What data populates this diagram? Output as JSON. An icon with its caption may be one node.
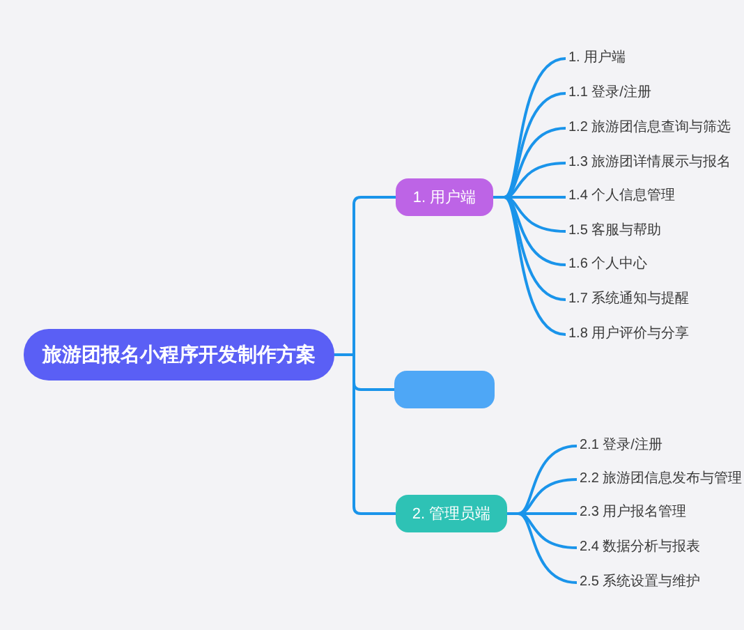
{
  "diagram": {
    "nodes": [
      {
        "text": [
          "旅游团报名小程序开发制作方案"
        ]
      },
      {
        "text": [
          "1. 用户端"
        ]
      },
      {
        "text": [
          "1. 用户端"
        ]
      },
      {
        "text": [
          "1.1 登录/注册"
        ]
      },
      {
        "text": [
          "1.2 旅游团信息查询与筛选"
        ]
      },
      {
        "text": [
          "1.3 旅游团详情展示与报名"
        ]
      },
      {
        "text": [
          "1.4 个人信息管理"
        ]
      },
      {
        "text": [
          "1.5 客服与帮助"
        ]
      },
      {
        "text": [
          "1.6 个人中心"
        ]
      },
      {
        "text": [
          "1.7 系统通知与提醒"
        ]
      },
      {
        "text": [
          "1.8 用户评价与分享"
        ]
      },
      {
        "text": [],
        "shape": "box"
      },
      {
        "text": [
          "2. 管理员端"
        ]
      },
      {
        "text": [
          "2.1 登录/注册"
        ]
      },
      {
        "text": [
          "2.2 旅游团信息发布与管理"
        ]
      },
      {
        "text": [
          "2.3 用户报名管理"
        ]
      },
      {
        "text": [
          "2.4 数据分析与报表"
        ]
      },
      {
        "text": [
          "2.5 系统设置与维护"
        ]
      }
    ],
    "edges": [
      {
        "from": 0,
        "to": 1,
        "arrow": "none"
      },
      {
        "from": 1,
        "to": 2,
        "arrow": "none"
      },
      {
        "from": 1,
        "to": 3,
        "arrow": "none"
      },
      {
        "from": 1,
        "to": 4,
        "arrow": "none"
      },
      {
        "from": 1,
        "to": 5,
        "arrow": "none"
      },
      {
        "from": 1,
        "to": 6,
        "arrow": "none"
      },
      {
        "from": 1,
        "to": 7,
        "arrow": "none"
      },
      {
        "from": 1,
        "to": 8,
        "arrow": "none"
      },
      {
        "from": 1,
        "to": 9,
        "arrow": "none"
      },
      {
        "from": 1,
        "to": 10,
        "arrow": "none"
      },
      {
        "from": 0,
        "to": 11,
        "arrow": "none"
      },
      {
        "from": 0,
        "to": 12,
        "arrow": "none"
      },
      {
        "from": 12,
        "to": 13,
        "arrow": "none"
      },
      {
        "from": 12,
        "to": 14,
        "arrow": "none"
      },
      {
        "from": 12,
        "to": 15,
        "arrow": "none"
      },
      {
        "from": 12,
        "to": 16,
        "arrow": "none"
      },
      {
        "from": 12,
        "to": 17,
        "arrow": "none"
      }
    ]
  }
}
